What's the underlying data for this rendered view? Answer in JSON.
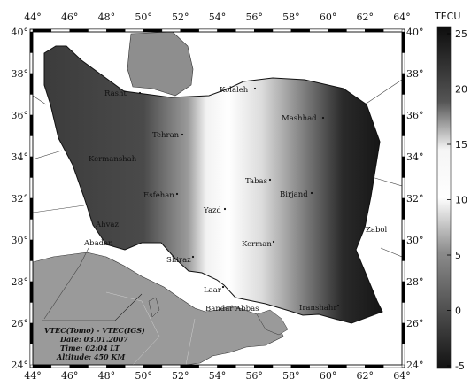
{
  "map": {
    "lon_ticks": [
      "44°",
      "46°",
      "48°",
      "50°",
      "52°",
      "54°",
      "56°",
      "58°",
      "60°",
      "62°",
      "64°"
    ],
    "lat_ticks": [
      "40°",
      "38°",
      "36°",
      "34°",
      "32°",
      "30°",
      "28°",
      "26°",
      "24°"
    ],
    "cities": [
      {
        "name": "Rasht"
      },
      {
        "name": "Kolaleh"
      },
      {
        "name": "Mashhad"
      },
      {
        "name": "Tehran"
      },
      {
        "name": "Kermanshah"
      },
      {
        "name": "Tabas"
      },
      {
        "name": "Birjand"
      },
      {
        "name": "Esfehan"
      },
      {
        "name": "Yazd"
      },
      {
        "name": "Ahvaz"
      },
      {
        "name": "Zabol"
      },
      {
        "name": "Abadan"
      },
      {
        "name": "Kerman"
      },
      {
        "name": "Shiraz"
      },
      {
        "name": "Laar"
      },
      {
        "name": "Bandar Abbas"
      },
      {
        "name": "Iranshahr"
      }
    ],
    "info": {
      "line1": "VTEC(Tomo) - VTEC(IGS)",
      "line2": "Date: 03.01.2007",
      "line3": "Time: 02:04  LT",
      "line4": "Altitude: 450 KM"
    }
  },
  "colorbar": {
    "title": "TECU",
    "ticks": [
      "25",
      "20",
      "15",
      "10",
      "5",
      "0",
      "-5"
    ],
    "range": [
      -5,
      25
    ]
  }
}
